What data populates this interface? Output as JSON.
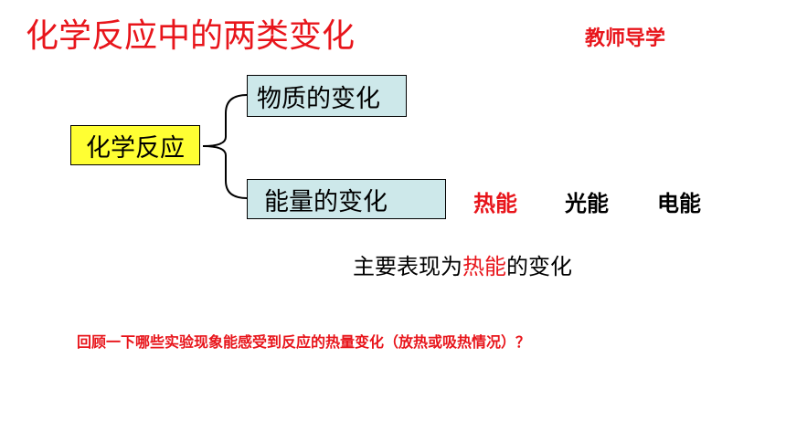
{
  "title": "化学反应中的两类变化",
  "tag": "教师导学",
  "diagram": {
    "root": "化学反应",
    "branches": [
      "物质的变化",
      "能量的变化"
    ]
  },
  "energy_forms": [
    {
      "label": "热能",
      "color": "#e8151b"
    },
    {
      "label": "光能",
      "color": "#000000"
    },
    {
      "label": "电能",
      "color": "#000000"
    }
  ],
  "summary": {
    "prefix": "主要表现为",
    "highlight": "热能",
    "suffix": "的变化"
  },
  "question": "回顾一下哪些实验现象能感受到反应的热量变化（放热或吸热情况）？",
  "colors": {
    "accent": "#e8151b",
    "root_fill": "#ffff33",
    "branch_fill": "#cde8ea"
  }
}
